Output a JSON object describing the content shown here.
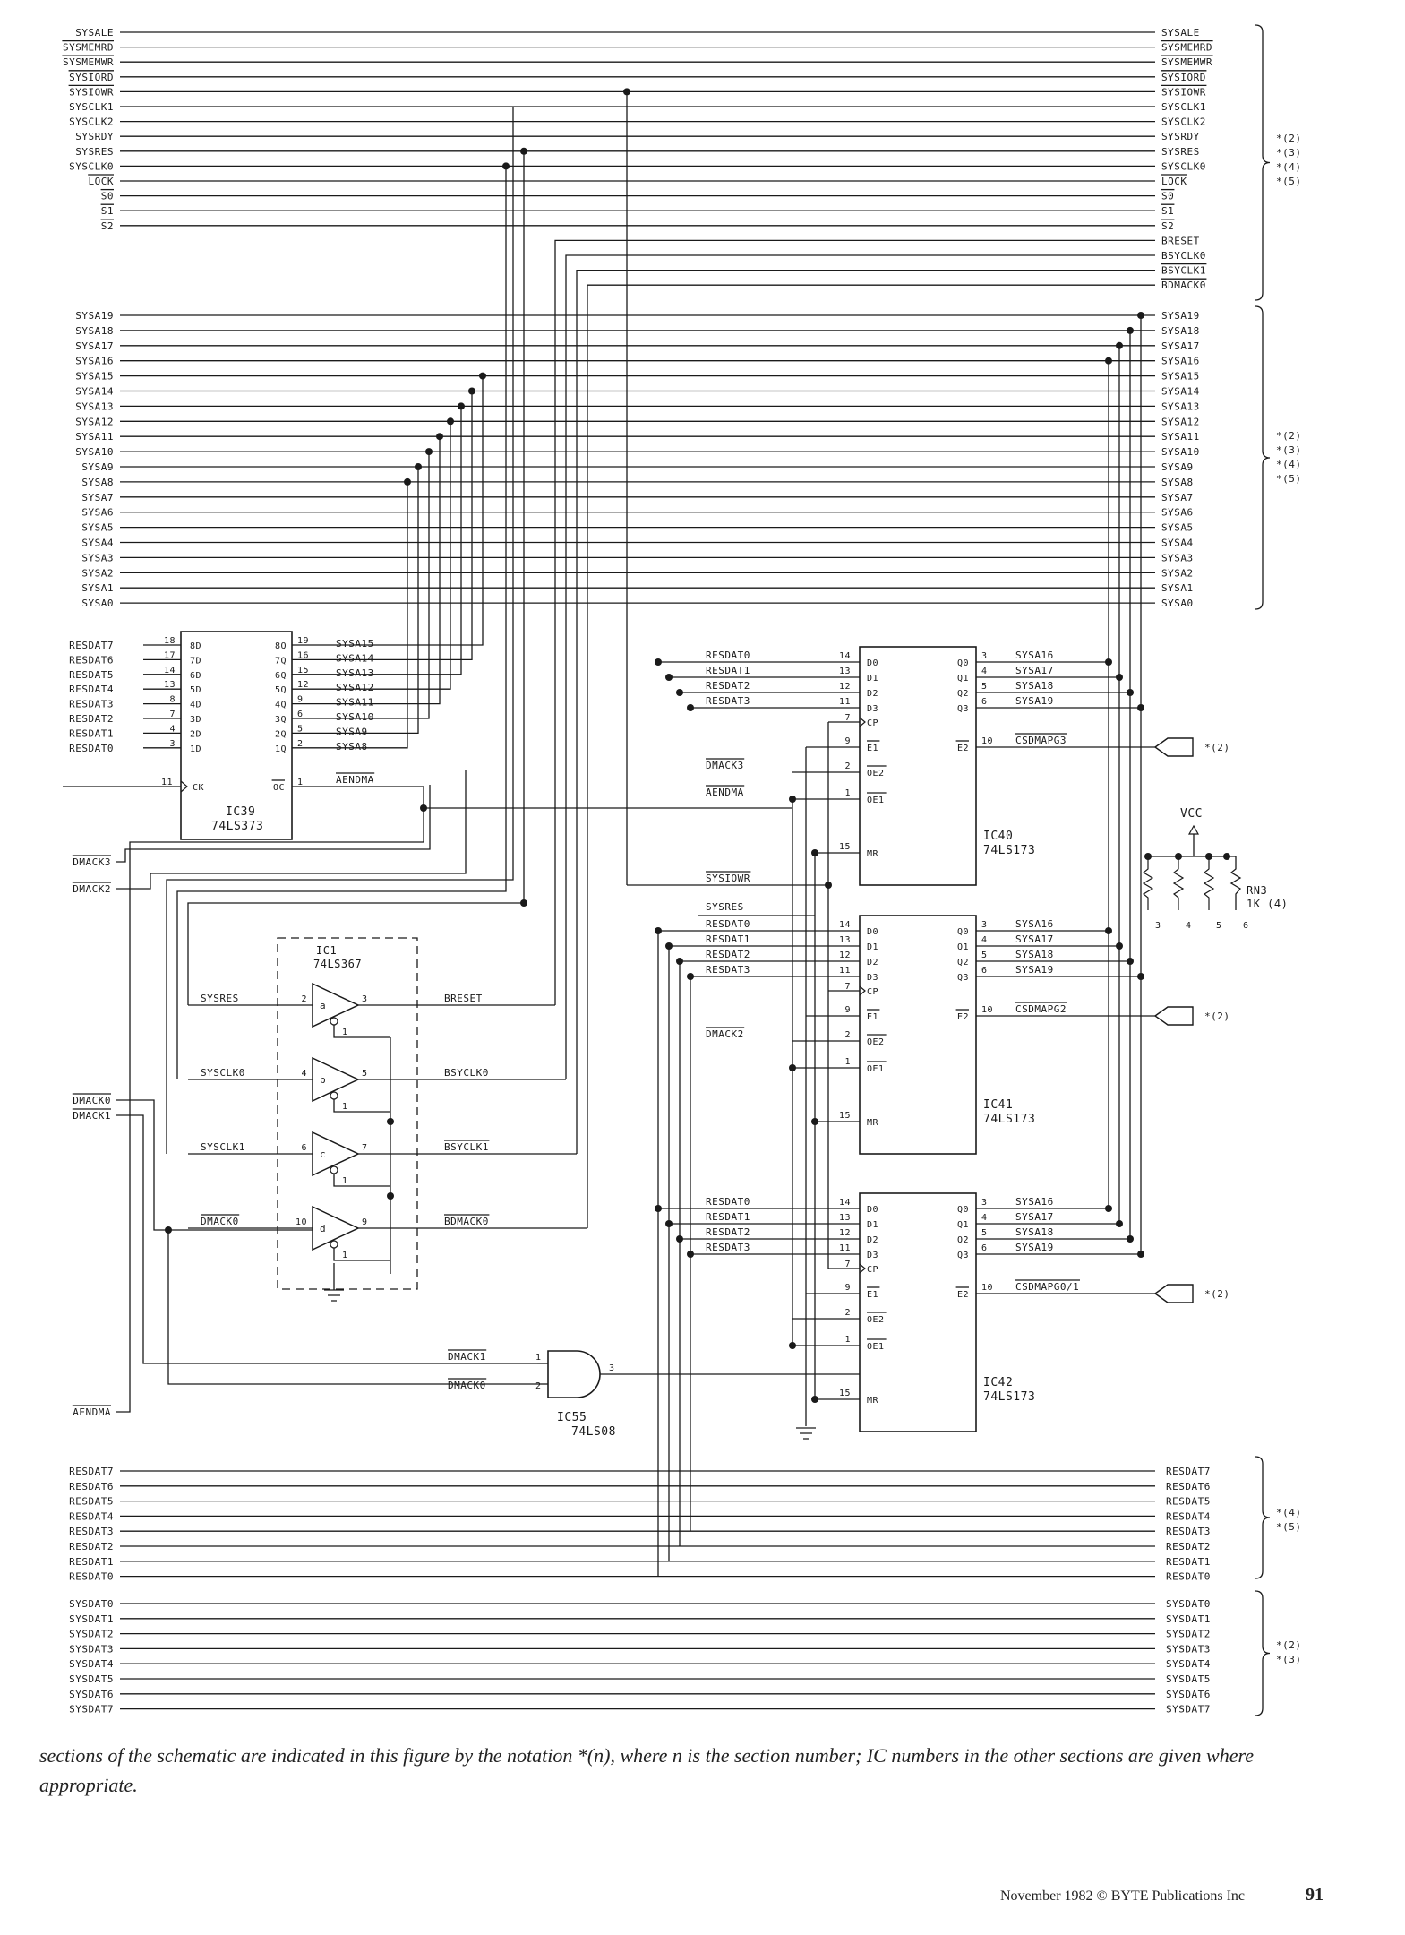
{
  "diagram": {
    "top_bus": [
      "SYSALE",
      "SYSMEMRD",
      "SYSMEMWR",
      "SYSIORD",
      "SYSIOWR",
      "SYSCLK1",
      "SYSCLK2",
      "SYSRDY",
      "SYSRES",
      "SYSCLK0",
      "LOCK",
      "S0",
      "S1",
      "S2"
    ],
    "top_bus_right_extra": [
      "BRESET",
      "BSYCLK0",
      "BSYCLK1",
      "BDMACK0"
    ],
    "addr_bus": [
      "SYSA19",
      "SYSA18",
      "SYSA17",
      "SYSA16",
      "SYSA15",
      "SYSA14",
      "SYSA13",
      "SYSA12",
      "SYSA11",
      "SYSA10",
      "SYSA9",
      "SYSA8",
      "SYSA7",
      "SYSA6",
      "SYSA5",
      "SYSA4",
      "SYSA3",
      "SYSA2",
      "SYSA1",
      "SYSA0"
    ],
    "resdat_bus": [
      "RESDAT7",
      "RESDAT6",
      "RESDAT5",
      "RESDAT4",
      "RESDAT3",
      "RESDAT2",
      "RESDAT1",
      "RESDAT0"
    ],
    "sysdat_bus": [
      "SYSDAT0",
      "SYSDAT1",
      "SYSDAT2",
      "SYSDAT3",
      "SYSDAT4",
      "SYSDAT5",
      "SYSDAT6",
      "SYSDAT7"
    ],
    "section_refs": {
      "top": [
        "*(2)",
        "*(3)",
        "*(4)",
        "*(5)"
      ],
      "addr": [
        "*(2)",
        "*(3)",
        "*(4)",
        "*(5)"
      ],
      "resdat": [
        "*(4)",
        "*(5)"
      ],
      "sysdat": [
        "*(2)",
        "*(3)"
      ],
      "csdmap": "*(2)"
    },
    "ic39": {
      "name": "IC39",
      "part": "74LS373",
      "inputs": [
        {
          "net": "RESDAT7",
          "pin": "18",
          "d": "8D",
          "q": "8Q",
          "qpin": "19",
          "out": "SYSA15"
        },
        {
          "net": "RESDAT6",
          "pin": "17",
          "d": "7D",
          "q": "7Q",
          "qpin": "16",
          "out": "SYSA14"
        },
        {
          "net": "RESDAT5",
          "pin": "14",
          "d": "6D",
          "q": "6Q",
          "qpin": "15",
          "out": "SYSA13"
        },
        {
          "net": "RESDAT4",
          "pin": "13",
          "d": "5D",
          "q": "5Q",
          "qpin": "12",
          "out": "SYSA12"
        },
        {
          "net": "RESDAT3",
          "pin": "8",
          "d": "4D",
          "q": "4Q",
          "qpin": "9",
          "out": "SYSA11"
        },
        {
          "net": "RESDAT2",
          "pin": "7",
          "d": "3D",
          "q": "3Q",
          "qpin": "6",
          "out": "SYSA10"
        },
        {
          "net": "RESDAT1",
          "pin": "4",
          "d": "2D",
          "q": "2Q",
          "qpin": "5",
          "out": "SYSA9"
        },
        {
          "net": "RESDAT0",
          "pin": "3",
          "d": "1D",
          "q": "1Q",
          "qpin": "2",
          "out": "SYSA8"
        }
      ],
      "ck_pin": "11",
      "ck": "CK",
      "oc": "OC",
      "oc_pin": "1",
      "oc_net": "AENDMA"
    },
    "ic1": {
      "name": "IC1",
      "part": "74LS367",
      "gates": [
        {
          "in": "SYSRES",
          "inpin": "2",
          "id": "a",
          "outpin": "3",
          "out": "BRESET"
        },
        {
          "in": "SYSCLK0",
          "inpin": "4",
          "id": "b",
          "outpin": "5",
          "out": "BSYCLK0"
        },
        {
          "in": "SYSCLK1",
          "inpin": "6",
          "id": "c",
          "outpin": "7",
          "out": "BSYCLK1"
        },
        {
          "in": "DMACK0",
          "inpin": "10",
          "id": "d",
          "outpin": "9",
          "out": "BDMACK0"
        }
      ],
      "enable_pin": "1"
    },
    "latches": [
      {
        "name": "IC40",
        "part": "74LS173",
        "dmack": "DMACK3",
        "csd": "CSDMAPG3",
        "mr_net": ""
      },
      {
        "name": "IC41",
        "part": "74LS173",
        "dmack": "DMACK2",
        "csd": "CSDMAPG2",
        "mr_net": ""
      },
      {
        "name": "IC42",
        "part": "74LS173",
        "dmack": "",
        "csd": "CSDMAPG0/1",
        "mr_net": ""
      }
    ],
    "latch_inputs": [
      "RESDAT0",
      "RESDAT1",
      "RESDAT2",
      "RESDAT3"
    ],
    "latch_in_pins": [
      "14",
      "13",
      "12",
      "11"
    ],
    "latch_d": [
      "D0",
      "D1",
      "D2",
      "D3"
    ],
    "latch_q": [
      "Q0",
      "Q1",
      "Q2",
      "Q3"
    ],
    "latch_out_pins": [
      "3",
      "4",
      "5",
      "6"
    ],
    "latch_outputs": [
      "SYSA16",
      "SYSA17",
      "SYSA18",
      "SYSA19"
    ],
    "latch_pins": {
      "cp": "7",
      "cp_label": "CP",
      "e1": "9",
      "e1_label": "E1",
      "e2_label": "E2",
      "e2_pin": "10",
      "oe2": "2",
      "oe2_label": "OE2",
      "oe1": "1",
      "oe1_label": "OE1",
      "mr": "15",
      "mr_label": "MR"
    },
    "ic40_extra": {
      "aendma": "AENDMA",
      "sysiowr": "SYSIOWR",
      "sysres": "SYSRES"
    },
    "ic55": {
      "name": "IC55",
      "part": "74LS08",
      "in1": "DMACK1",
      "pin1": "1",
      "in2": "DMACK0",
      "pin2": "2",
      "outpin": "3"
    },
    "left_dmack": [
      "DMACK3",
      "DMACK2",
      "DMACK0",
      "DMACK1"
    ],
    "aendma_left": "AENDMA",
    "rn3": {
      "name": "RN3",
      "value": "1K (4)",
      "vcc": "VCC",
      "pins": [
        "3",
        "4",
        "5",
        "6"
      ]
    }
  },
  "caption": "sections of the schematic are indicated in this figure by the notation *(n), where n is the section number; IC numbers in the other sections are given where appropriate.",
  "footer": "November 1982 © BYTE Publications Inc",
  "page_number": "91"
}
